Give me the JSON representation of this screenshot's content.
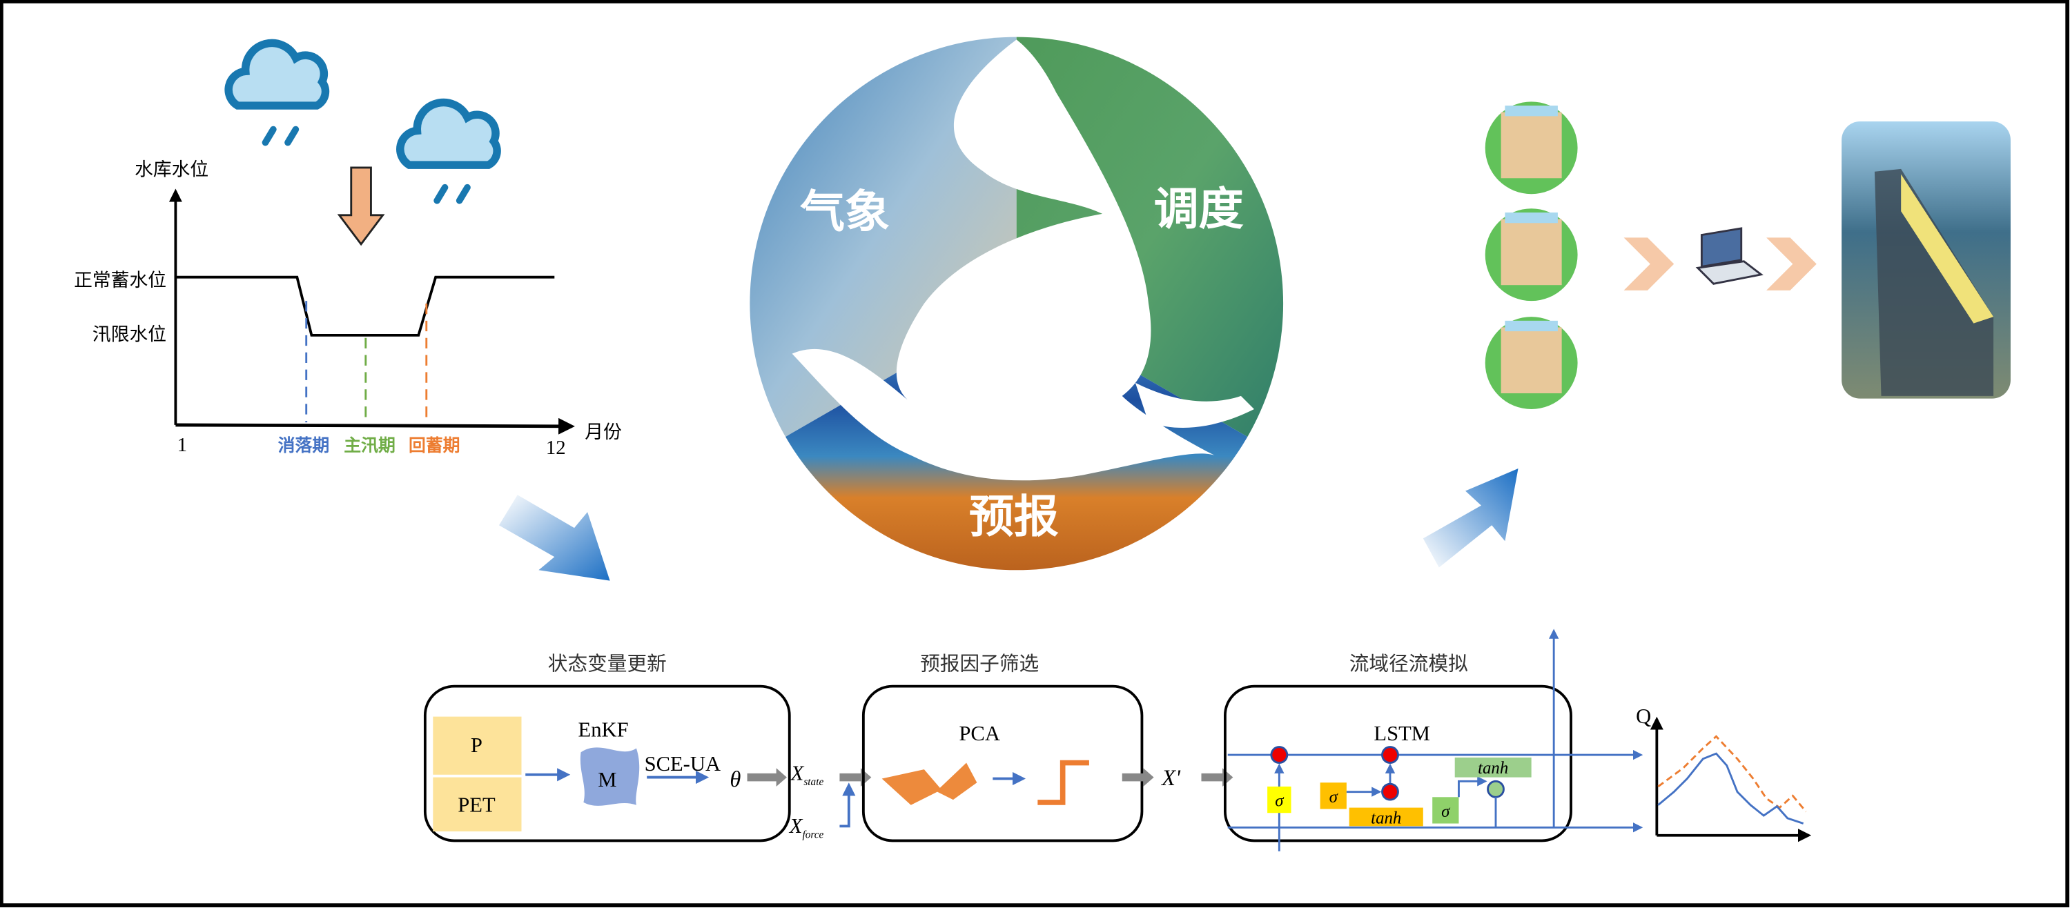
{
  "reservoir_chart": {
    "y_label": "水库水位",
    "x_label": "月份",
    "level_normal": "正常蓄水位",
    "level_flood_limit": "汛限水位",
    "x_start": "1",
    "x_end": "12",
    "periods": [
      {
        "label": "消落期",
        "color": "#4472c4"
      },
      {
        "label": "主汛期",
        "color": "#70ad47"
      },
      {
        "label": "回蓄期",
        "color": "#ed7d31"
      }
    ]
  },
  "cycle": {
    "segments": [
      {
        "label": "气象"
      },
      {
        "label": "调度"
      },
      {
        "label": "预报"
      }
    ]
  },
  "pipeline": {
    "stages": [
      {
        "title": "状态变量更新",
        "method": "EnKF"
      },
      {
        "title": "预报因子筛选",
        "method": "PCA"
      },
      {
        "title": "流域径流模拟",
        "method": "LSTM"
      }
    ],
    "inputs": [
      "P",
      "PET"
    ],
    "model_label": "M",
    "optimizer": "SCE-UA",
    "theta": "θ",
    "x_state": "X",
    "x_state_sub": "state",
    "x_force": "X",
    "x_force_sub": "force",
    "x_out": "X'",
    "sigma": "σ",
    "tanh": "tanh",
    "q_axis": "Q"
  },
  "colors": {
    "blue": "#4472c4",
    "orange": "#ed7d31",
    "green": "#70ad47",
    "yellow_box": "#fde39a",
    "cloud_fill": "#b8def2",
    "cloud_stroke": "#1878b0"
  }
}
